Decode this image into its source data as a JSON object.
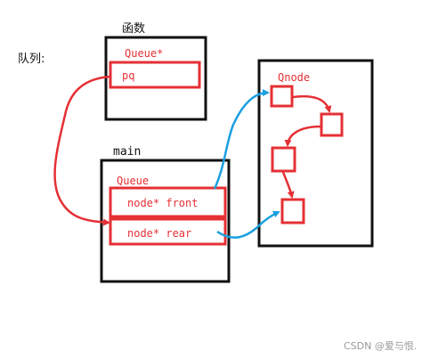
{
  "labels": {
    "queue_caption": "队列:",
    "func_title": "函数",
    "func_type": "Queue*",
    "func_var": "pq",
    "main_title": "main",
    "main_type": "Queue",
    "front_field": "node*  front",
    "rear_field": "node*  rear",
    "qnode_title": "Qnode",
    "watermark": "CSDN @爱与恨."
  },
  "colors": {
    "red": "#e53035",
    "blue": "#1a9fe0",
    "black": "#111111",
    "gray": "#999999"
  }
}
